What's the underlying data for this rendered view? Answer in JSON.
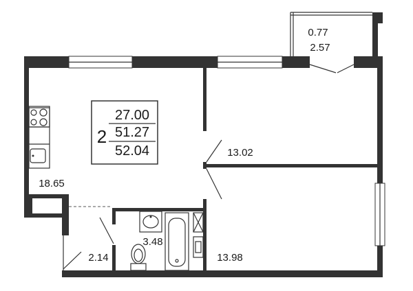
{
  "summary": {
    "rooms": "2",
    "living_area": "27.00",
    "total_area": "51.27",
    "total_area_with_balcony": "52.04"
  },
  "areas": {
    "balcony_reduced": "0.77",
    "balcony_full": "2.57",
    "kitchen_living": "18.65",
    "bedroom_1": "13.02",
    "bathroom": "3.48",
    "hallway": "2.14",
    "bedroom_2": "13.98"
  },
  "colors": {
    "wall": "#333333",
    "line": "#333333",
    "background": "#ffffff"
  },
  "icons": [
    "stove-icon",
    "sink-icon",
    "bathtub-icon",
    "washbasin-icon",
    "toilet-icon",
    "shaft-icon",
    "washing-machine-icon"
  ]
}
